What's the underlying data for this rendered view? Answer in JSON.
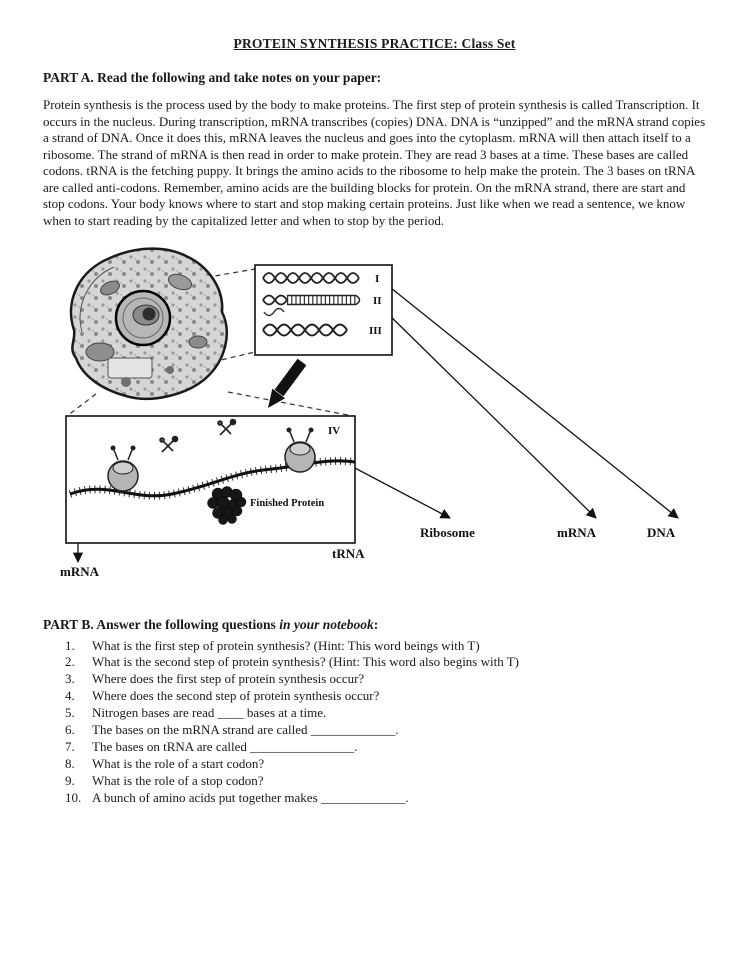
{
  "document": {
    "title": "PROTEIN SYNTHESIS PRACTICE: Class Set"
  },
  "part_a": {
    "heading": "PART A. Read the following and take notes on your paper:",
    "paragraph": "Protein synthesis is the process used by the body to make proteins.  The first step of protein synthesis is called Transcription.  It occurs in the nucleus.  During transcription, mRNA transcribes (copies) DNA.  DNA is “unzipped” and the mRNA strand copies a strand of DNA.  Once it does this, mRNA leaves the nucleus and goes into the cytoplasm.  mRNA will then attach itself to a ribosome.  The strand of mRNA is then read in order to make protein.  They are read 3 bases at a time.  These bases are called codons.  tRNA is the fetching puppy.  It brings the amino acids to the ribosome to help make the protein.  The 3 bases on tRNA are called anti-codons.  Remember, amino acids are the building blocks for protein. On the mRNA strand, there are start and stop codons.  Your body knows where to start and stop making certain proteins.  Just like when we read a sentence, we know when to start reading by the capitalized letter and when to stop by the period."
  },
  "diagram": {
    "stages": [
      "I",
      "II",
      "III",
      "IV"
    ],
    "finished_protein_label": "Finished Protein",
    "labels": {
      "ribosome": "Ribosome",
      "mrna_right": "mRNA",
      "dna": "DNA",
      "trna": "tRNA",
      "mrna_bottom": "mRNA"
    }
  },
  "part_b": {
    "heading_prefix": "PART B.  Answer the following questions ",
    "heading_italic": "in your notebook",
    "heading_suffix": ":",
    "questions": [
      {
        "num": "1.",
        "text": "What is the first step of protein synthesis? (Hint: This word beings with T)"
      },
      {
        "num": "2.",
        "text": "What is the second step of protein synthesis? (Hint: This word also begins with T)"
      },
      {
        "num": "3.",
        "text": "Where does the first step of protein synthesis occur?"
      },
      {
        "num": "4.",
        "text": "Where does the second step of protein synthesis occur?"
      },
      {
        "num": "5.",
        "text": "Nitrogen bases are read ____ bases at a time."
      },
      {
        "num": "6.",
        "text": "The bases on the mRNA strand are called _____________."
      },
      {
        "num": "7.",
        "text": "The bases on tRNA are called ________________."
      },
      {
        "num": "8.",
        "text": "What is the role of a start codon?"
      },
      {
        "num": "9.",
        "text": "What is the role of a stop codon?"
      },
      {
        "num": "10.",
        "text": "A bunch of amino acids put together makes _____________."
      }
    ]
  }
}
